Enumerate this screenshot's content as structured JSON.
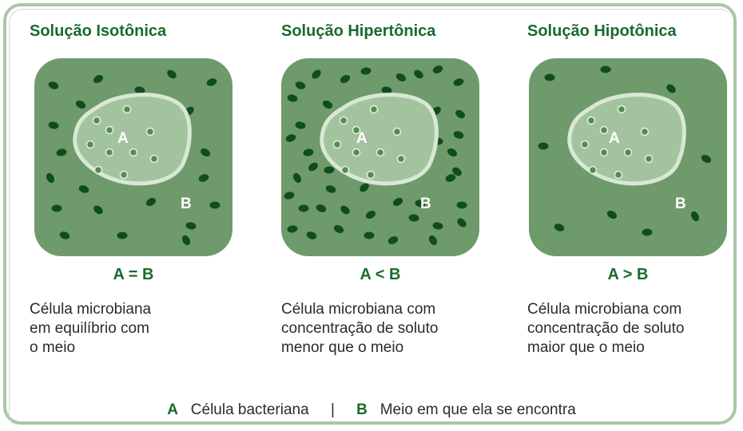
{
  "panels": [
    {
      "title": "Solução Isotônica",
      "relation": "A = B",
      "description": [
        "Célula microbiana",
        "em equilíbrio com",
        "o meio"
      ],
      "outside_particles": "medium",
      "label_a": "A",
      "label_b": "B"
    },
    {
      "title": "Solução Hipertônica",
      "relation": "A < B",
      "description": [
        "Célula microbiana com",
        "concentração de soluto",
        "menor que o meio"
      ],
      "outside_particles": "high",
      "label_a": "A",
      "label_b": "B"
    },
    {
      "title": "Solução Hipotônica",
      "relation": "A > B",
      "description": [
        "Célula microbiana com",
        "concentração de soluto",
        "maior que o meio"
      ],
      "outside_particles": "low",
      "label_a": "A",
      "label_b": "B"
    }
  ],
  "legend": {
    "a_key": "A",
    "a_text": "Célula bacteriana",
    "separator": "|",
    "b_key": "B",
    "b_text": "Meio em que ela se encontra"
  },
  "colors": {
    "title_green": "#1a6b2c",
    "box_fill": "#6f9a6c",
    "box_fill_dark": "#5e8a5b",
    "cell_fill": "#a3c39f",
    "cell_border": "#d8e8d4",
    "particle_dark": "#0f4d20",
    "particle_light": "#4f8f4c",
    "frame": "#a9c7a4"
  }
}
